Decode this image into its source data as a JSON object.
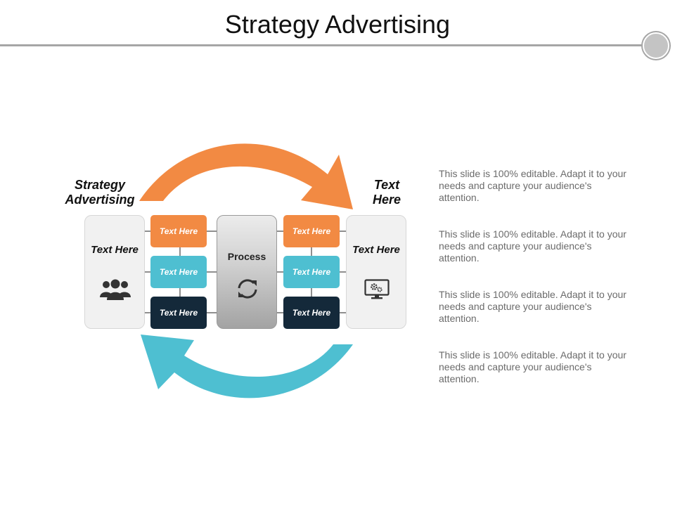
{
  "slide": {
    "title": "Strategy Advertising"
  },
  "diagram": {
    "left_label": "Strategy Advertising",
    "right_label": "Text Here",
    "left_panel": {
      "text": "Text Here",
      "icon": "people-icon"
    },
    "right_panel": {
      "text": "Text Here",
      "icon": "monitor-gears-icon"
    },
    "center": {
      "label": "Process",
      "icon": "refresh-icon"
    },
    "left_cells": [
      "Text Here",
      "Text Here",
      "Text Here"
    ],
    "right_cells": [
      "Text Here",
      "Text Here",
      "Text Here"
    ],
    "arrows": {
      "top_color": "#f28a43",
      "bottom_color": "#4ebfd1"
    },
    "cell_colors": [
      "#f28a43",
      "#4ebfd1",
      "#14293a"
    ]
  },
  "descriptions": [
    "This slide is 100% editable. Adapt it to your needs and capture your audience's attention.",
    "This slide is 100% editable. Adapt it to your needs and capture your audience's attention.",
    "This slide is 100% editable. Adapt it to your needs and capture your audience's attention.",
    "This slide is 100% editable. Adapt it to your needs and capture your audience's attention."
  ]
}
